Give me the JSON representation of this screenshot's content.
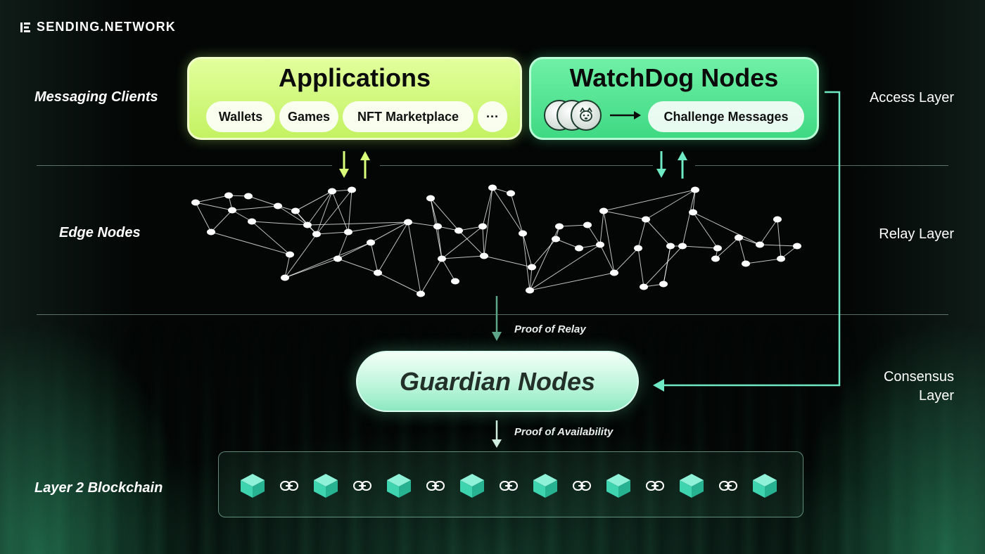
{
  "brand": {
    "name": "SENDING.NETWORK"
  },
  "left_labels": {
    "messaging_clients": "Messaging Clients",
    "edge_nodes": "Edge Nodes",
    "layer2": "Layer 2 Blockchain"
  },
  "layers": {
    "access": "Access Layer",
    "relay": "Relay Layer",
    "consensus_line1": "Consensus",
    "consensus_line2": "Layer"
  },
  "applications": {
    "title": "Applications",
    "items": [
      "Wallets",
      "Games",
      "NFT Marketplace",
      "···"
    ]
  },
  "watchdog": {
    "title": "WatchDog Nodes",
    "pill": "Challenge Messages"
  },
  "guardian": {
    "title": "Guardian Nodes"
  },
  "proofs": {
    "relay": "Proof of Relay",
    "availability": "Proof of Availability"
  },
  "blockchain": {
    "block_count": 8,
    "link_count": 7
  },
  "colors": {
    "applications_fill": "#c9f56a",
    "watchdog_fill": "#4fe08f",
    "guardian_fill": "#c8f7e2",
    "accent_teal": "#6fe8c4",
    "arrow_yellow": "#d9ff7a",
    "block_teal": "#3fd4b0"
  }
}
